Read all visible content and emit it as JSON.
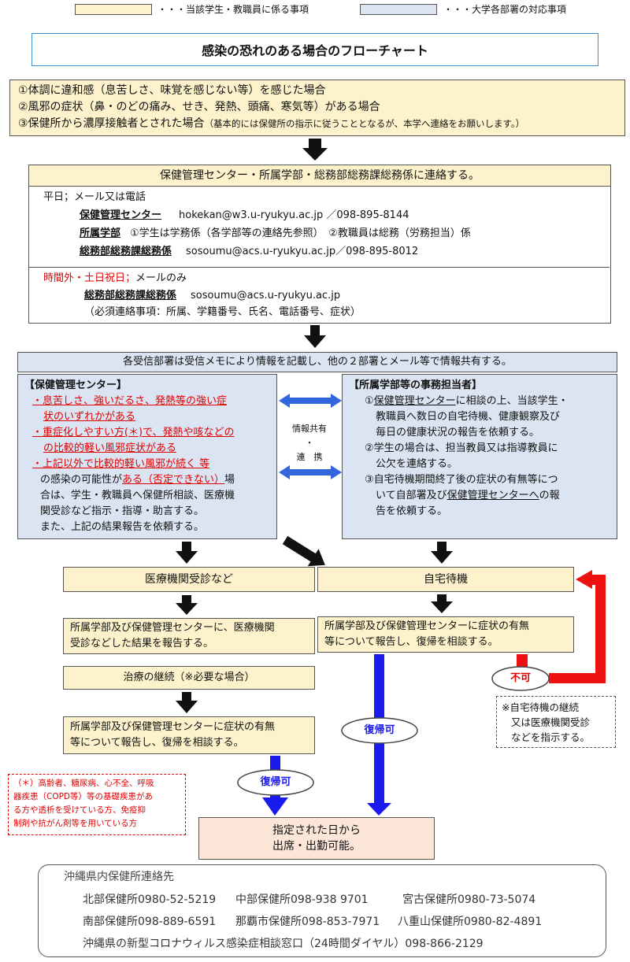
{
  "legend": {
    "student_label": "・・・当該学生・教職員に係る事項",
    "dept_label": "・・・大学各部署の対応事項",
    "student_color": "#fdf2cc",
    "dept_color": "#dbe4f2"
  },
  "title": "感染の恐れのある場合のフローチャート",
  "conditions": {
    "c1": "①体調に違和感（息苦しさ、味覚を感じない等）を感じた場合",
    "c2": "②風邪の症状（鼻・のどの痛み、せき、発熱、頭痛、寒気等）がある場合",
    "c3_main": "③保健所から濃厚接触者とされた場合",
    "c3_note": "（基本的には保健所の指示に従うこととなるが、本学へ連絡をお願いします。）"
  },
  "contact": {
    "header": "保健管理センター・所属学部・総務部総務課総務係に連絡する。",
    "weekday_label": "平日；メール又は電話",
    "hc_name": "保健管理センター",
    "hc_info": "hokekan@w3.u-ryukyu.ac.jp ／098-895-8144",
    "fac_name": "所属学部",
    "fac_info": "①学生は学務係（各学部等の連絡先参照）　②教職員は総務（労務担当）係",
    "ga_name": "総務部総務課総務係",
    "ga_info": "sosoumu@acs.u-ryukyu.ac.jp／098-895-8012",
    "after_hours_red": "時間外・土日祝日；",
    "after_hours_label": "メールのみ",
    "ga2_name": "総務部総務課総務係",
    "ga2_info": "sosoumu@acs.u-ryukyu.ac.jp",
    "required": "（必須連絡事項：所属、学籍番号、氏名、電話番号、症状）"
  },
  "share": "各受信部署は受信メモにより情報を記載し、他の２部署とメール等で情報共有する。",
  "hc_box": {
    "title": "【保健管理センター】",
    "r1": "・息苦しさ、強いだるさ、発熱等の強い症",
    "r2": "状のいずれかがある",
    "r3": "・重症化しやすい方(＊)で、発熱や咳などの",
    "r4": "の比較的軽い風邪症状がある",
    "r5": "・上記以外で比較的軽い風邪が続く 等",
    "l6a": "の感染の可能性が",
    "l6b": "ある（否定できない）",
    "l6c": "場",
    "l7": "合は、学生・教職員へ保健所相談、医療機",
    "l8": "関受診など指示・指導・助言する。",
    "l9": "また、上記の結果報告を依頼する。"
  },
  "link": {
    "top": "情報共有",
    "dot": "・",
    "bottom": "連　携"
  },
  "fac_box": {
    "title": "【所属学部等の事務担当者】",
    "l1a": "①",
    "l1b": "保健管理センター",
    "l1c": "に相談の上、当該学生・",
    "l2": "教職員へ数日の自宅待機、健康観察及び",
    "l3": "毎日の健康状況の報告を依頼する。",
    "l4": "②学生の場合は、担当教員又は指導教員に",
    "l5": "公欠を連絡する。",
    "l6": "③自宅待機期間終了後の症状の有無等につ",
    "l7a": "いて自部署及び",
    "l7b": "保健管理センターへ",
    "l7c": "の報",
    "l8": "告を依頼する。"
  },
  "medical": "医療機関受診など",
  "home": "自宅待機",
  "report_med": {
    "l1": "所属学部及び保健管理センターに、医療機関",
    "l2": "受診などした結果を報告する。"
  },
  "report_home": {
    "l1": "所属学部及び保健管理センターに症状の有無",
    "l2": "等について報告し、復帰を相談する。"
  },
  "treatment": "治療の継続（※必要な場合）",
  "report_med2": {
    "l1": "所属学部及び保健管理センターに症状の有無",
    "l2": "等について報告し、復帰を相談する。"
  },
  "not_ok": "不可",
  "not_ok_note": {
    "l1": "※自宅待機の継続",
    "l2": "又は医療機関受診",
    "l3": "などを指示する。"
  },
  "return_ok_1": "復帰可",
  "return_ok_2": "復帰可",
  "footnote": {
    "l1": "（＊）高齢者、糖尿病、心不全、呼吸",
    "l2": "器疾患（COPD等）等の基礎疾患があ",
    "l3": "る方や透析を受けている方、免疫抑",
    "l4": "制剤や抗がん剤等を用いている方"
  },
  "final": {
    "l1": "指定された日から",
    "l2": "出席・出勤可能。"
  },
  "health_centers": {
    "title": "沖縄県内保健所連絡先",
    "row1": [
      "北部保健所0980-52-5219",
      "中部保健所098-938 9701",
      "宮古保健所0980-73-5074"
    ],
    "row2": [
      "南部保健所098-889-6591",
      "那覇市保健所098-853-7971",
      "八重山保健所0980-82-4891"
    ],
    "consult": "沖縄県の新型コロナウィルス感染症相談窓口（24時間ダイヤル）098-866-2129"
  },
  "colors": {
    "arrow_black": "#111111",
    "arrow_blue": "#1a1aee",
    "arrow_red": "#ee1111",
    "text_red": "#e00000"
  }
}
